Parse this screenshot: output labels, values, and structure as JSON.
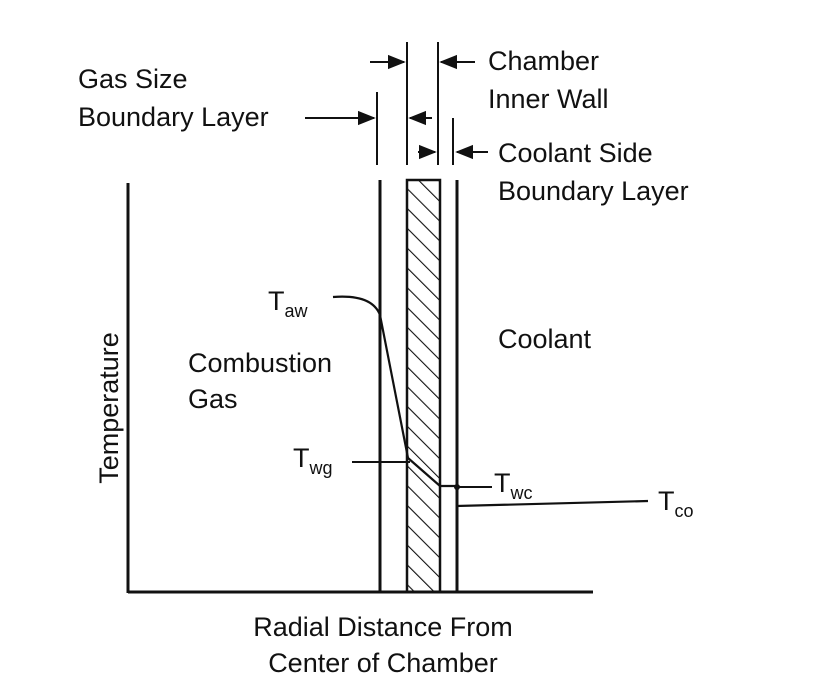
{
  "labels": {
    "gas_side_line1": "Gas Size",
    "gas_side_line2": "Boundary Layer",
    "chamber_line1": "Chamber",
    "chamber_line2": "Inner Wall",
    "coolant_side_line1": "Coolant Side",
    "coolant_side_line2": "Boundary Layer",
    "coolant": "Coolant",
    "combustion_line1": "Combustion",
    "combustion_line2": "Gas",
    "y_axis": "Temperature",
    "x_axis_line1": "Radial Distance From",
    "x_axis_line2": "Center of Chamber"
  },
  "temperatures": {
    "taw": {
      "main": "T",
      "sub": "aw"
    },
    "twg": {
      "main": "T",
      "sub": "wg"
    },
    "twc": {
      "main": "T",
      "sub": "wc"
    },
    "tco": {
      "main": "T",
      "sub": "co"
    }
  },
  "colors": {
    "ink": "#111111",
    "background": "#ffffff"
  }
}
